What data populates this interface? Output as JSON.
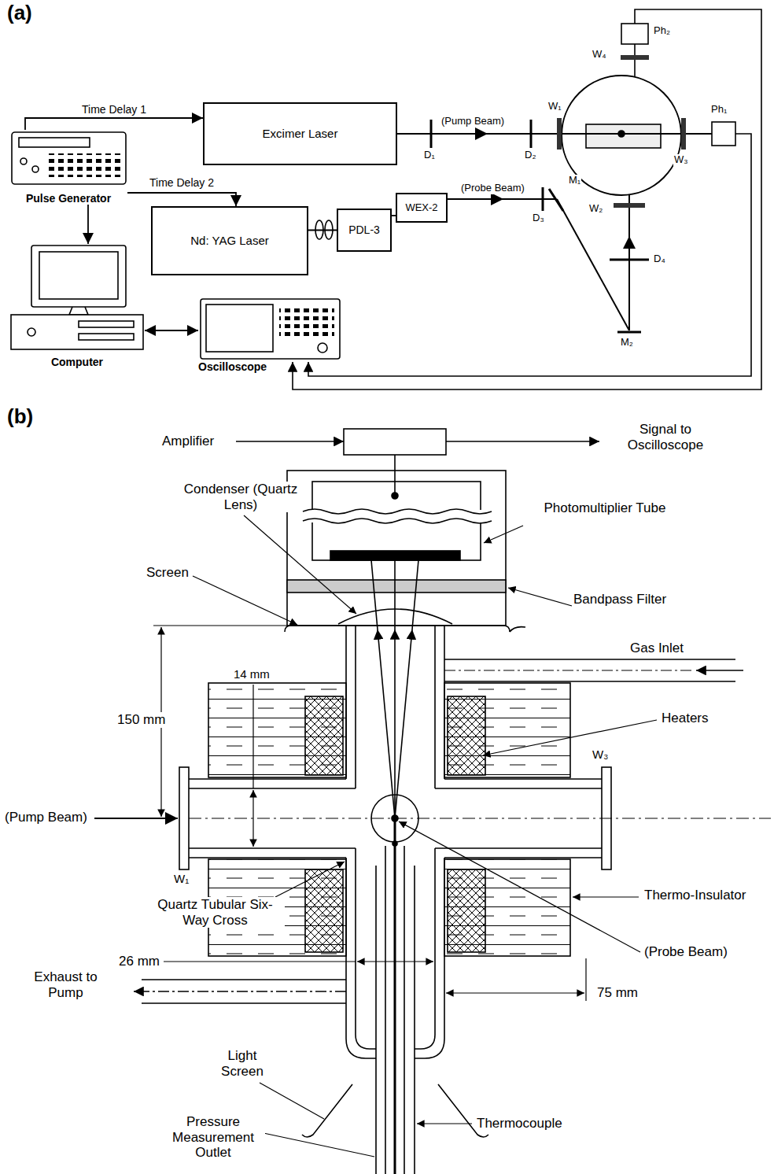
{
  "diagram": {
    "nodes": [
      {
        "text": [
          "Excimer Laser"
        ]
      },
      {
        "text": [
          "Pulse Generator"
        ]
      },
      {
        "text": [
          "Nd: YAG Laser"
        ]
      },
      {
        "text": [
          "PDL-3"
        ]
      },
      {
        "text": [
          "WEX-2"
        ]
      },
      {
        "text": [
          "Computer"
        ]
      },
      {
        "text": [
          "Oscilloscope"
        ]
      }
    ],
    "edges": [
      {
        "from": 1,
        "to": 0,
        "arrow": "to",
        "label": "Time Delay 1"
      },
      {
        "from": 1,
        "to": 2,
        "arrow": "to",
        "label": "Time Delay 2"
      },
      {
        "from": 1,
        "to": 5,
        "arrow": "to"
      },
      {
        "from": 5,
        "to": 6,
        "arrow": "both"
      },
      {
        "from": 2,
        "to": 3,
        "arrow": "none"
      },
      {
        "from": 3,
        "to": 4,
        "arrow": "none"
      }
    ],
    "labels": [
      "(a)",
      "(Pump Beam)",
      "D₁",
      "D₂",
      "W₁",
      "Ph₂",
      "W₄",
      "Ph₁",
      "W₃",
      "(Probe Beam)",
      "M₁",
      "D₃",
      "W₂",
      "D₄",
      "M₂",
      "(b)",
      "Amplifier",
      "Signal to Oscilloscope",
      "Condenser (Quartz Lens)",
      "Photomultiplier Tube",
      "Screen",
      "Bandpass Filter",
      "14 mm",
      "Gas Inlet",
      "150 mm",
      "Heaters",
      "W₃",
      "(Pump Beam)",
      "W₁",
      "Thermo-Insulator",
      "Quartz Tubular Six-Way Cross",
      "(Probe Beam)",
      "26 mm",
      "Exhaust to Pump",
      "75 mm",
      "Light Screen",
      "Pressure Measurement Outlet",
      "Thermocouple"
    ]
  }
}
